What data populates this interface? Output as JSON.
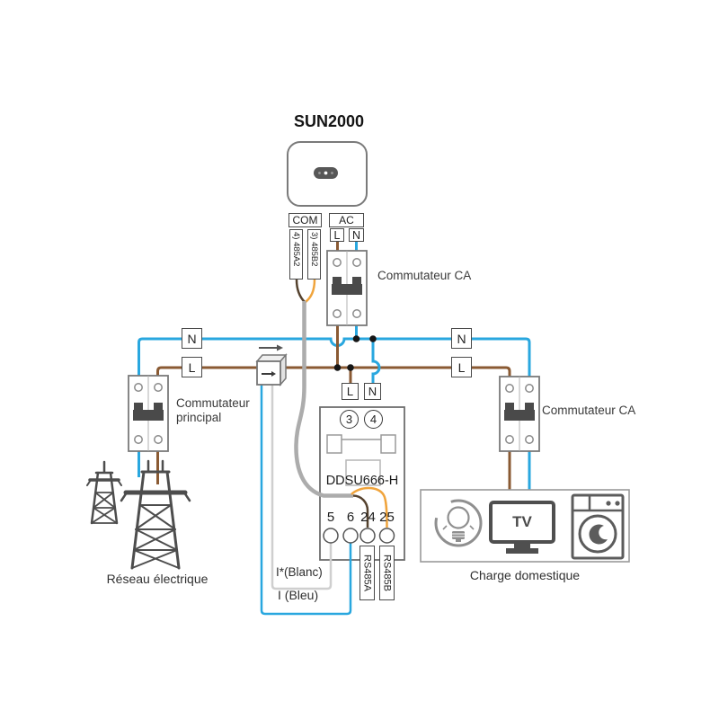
{
  "title": "SUN2000",
  "com": {
    "label": "COM",
    "pin4": "4) 485A2",
    "pin3": "3) 485B2"
  },
  "ac": {
    "label": "AC",
    "l": "L",
    "n": "N"
  },
  "bus": {
    "l": "L",
    "n": "N"
  },
  "breaker_ca_label": "Commutateur CA",
  "breaker_main": {
    "line1": "Commutateur",
    "line2": "principal"
  },
  "meter": {
    "model": "DDSU666-H",
    "l": "L",
    "n": "N",
    "t3": "3",
    "t4": "4",
    "t5": "5",
    "t6": "6",
    "t24": "24",
    "t25": "25",
    "rs485a": "RS485A",
    "rs485b": "RS485B"
  },
  "ct_wires": {
    "white": "I*(Blanc)",
    "blue": "I (Bleu)"
  },
  "grid": {
    "label": "Réseau électrique"
  },
  "load": {
    "label": "Charge domestique",
    "tv": "TV"
  },
  "colors": {
    "neutral": "#29a7df",
    "live": "#8a5a33",
    "rs485_a": "#55422e",
    "rs485_b": "#f0a43c",
    "cable_gray": "#acacac",
    "ct_white": "#cfcfcf"
  }
}
